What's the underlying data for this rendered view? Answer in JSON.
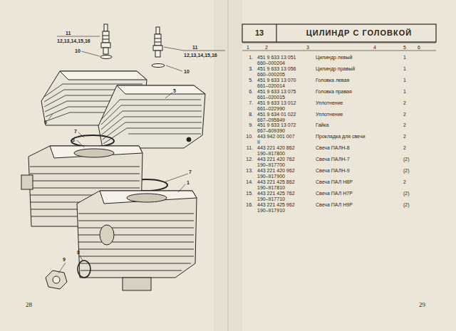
{
  "diagram": {
    "title": "ЦИЛИНДР С ГОЛОВКОЙ",
    "labels": [
      "13",
      "1",
      "2",
      "3",
      "4",
      "5",
      "6",
      "1.",
      "451 9 633 13 051",
      "660–000204",
      "Цилиндр левый",
      "1",
      "3.",
      "451 9 633 13 056",
      "660–000205",
      "Цилиндр правый",
      "1",
      "5.",
      "451 9 633 13 070",
      "661–020014",
      "Головка левая",
      "1",
      "6.",
      "451 9 633 13 075",
      "661–020015",
      "Головка правая",
      "1",
      "7.",
      "451 9 633 13 012",
      "661–022990",
      "Уплотнение",
      "2",
      "8.",
      "451 9 634 01 022",
      "667–095849",
      "Уплотнение",
      "2",
      "9.",
      "451 9 633 13 072",
      "667–609390",
      "Гайка",
      "2",
      "10.",
      "443 942 001 007",
      "II",
      "Прокладка для свечи",
      "2",
      "11.",
      "443 221 420 862",
      "190–917800",
      "Свеча ПАЛН-8",
      "2",
      "12.",
      "443 221 420 762",
      "190–917700",
      "Свеча ПАЛН-7",
      "(2)",
      "13.",
      "443 221 420 962",
      "190–917900",
      "Свеча ПАЛН-9",
      "(2)",
      "14.",
      "443 221 425 862",
      "190–917810",
      "Свеча ПАЛ Н8Р",
      "2",
      "15.",
      "443 221 425 762",
      "190–917710",
      "Свеча ПАЛ Н7Р",
      "(2)",
      "16.",
      "443 221 425 962",
      "190–917910",
      "Свеча ПАЛ Н9Р",
      "(2)",
      "11",
      "12,13,14,15,16",
      "10",
      "11",
      "12,13,14,15,16",
      "10",
      "6",
      "5",
      "7",
      "3",
      "7",
      "1",
      "9",
      "8",
      "28",
      "29"
    ]
  }
}
